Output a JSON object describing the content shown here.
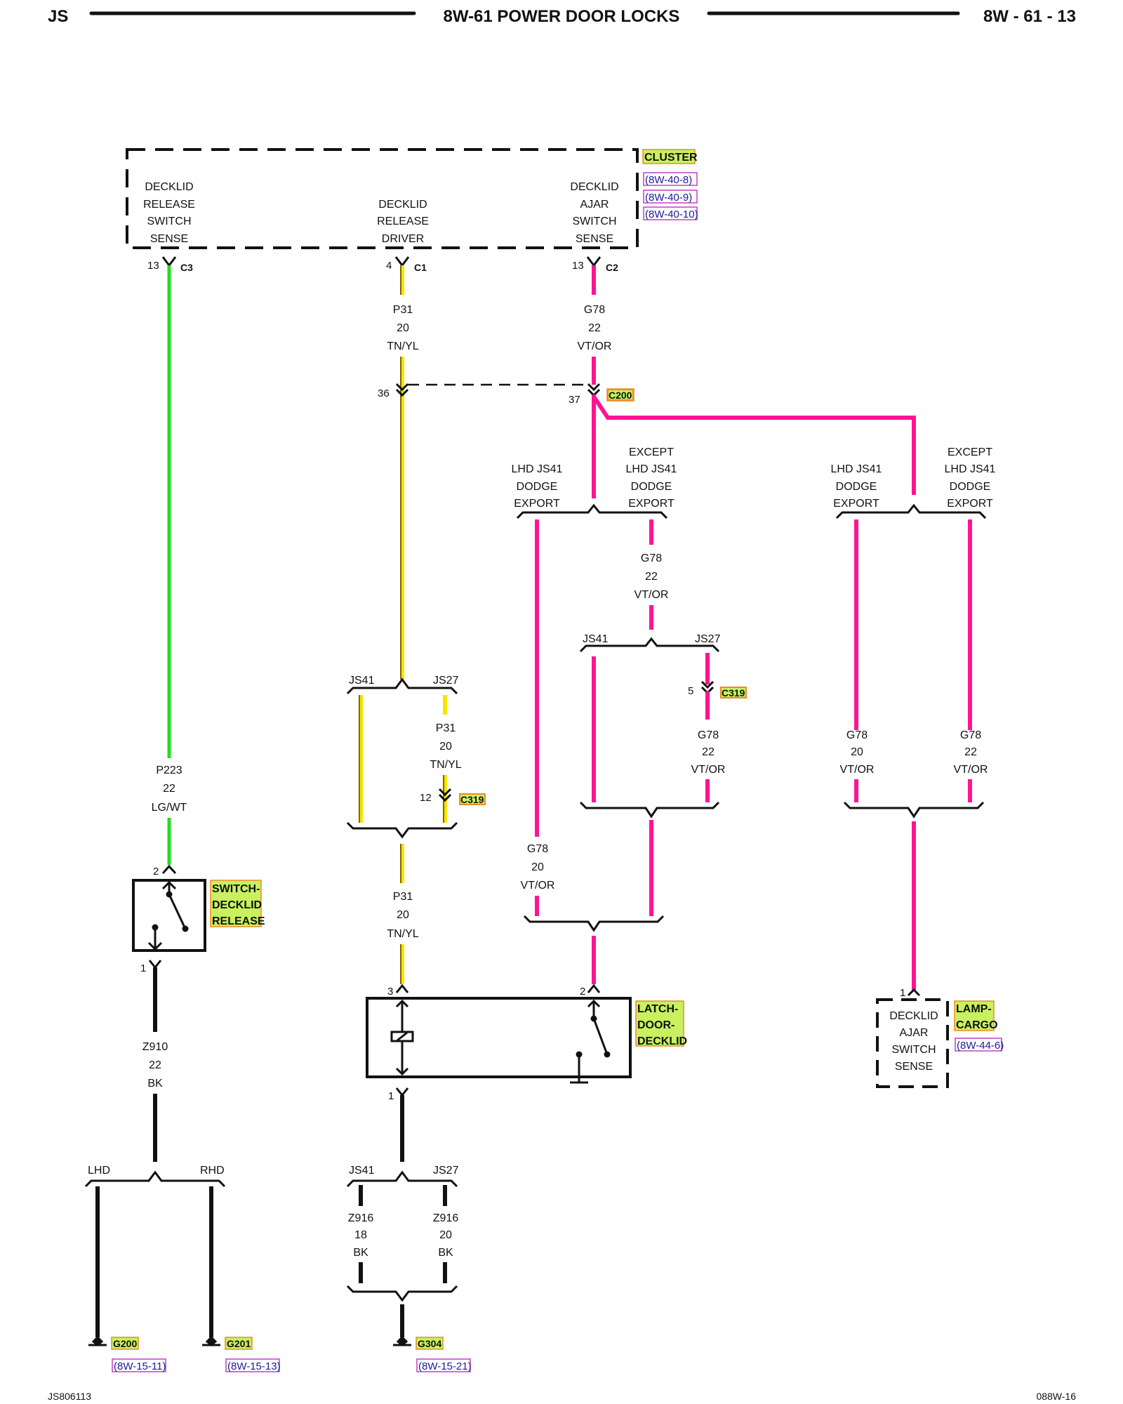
{
  "header": {
    "left": "JS",
    "title": "8W-61 POWER DOOR LOCKS",
    "page": "8W - 61 - 13"
  },
  "footer": {
    "left": "JS806113",
    "right": "088W-16"
  },
  "colors": {
    "lg_wt": "#22dd22",
    "tn_yl": "#f5e600",
    "tn_yl_core": "#5a3a00",
    "vt_or": "#ff1493",
    "vt_or_core": "#e0109a",
    "bk": "#111111",
    "tag_fill": "#c8f060",
    "tag_border": "#f08a20",
    "ref_border": "#c040c0",
    "ref_text": "#1a1a9a"
  },
  "cluster": {
    "name": "CLUSTER",
    "refs": [
      "(8W-40-8)",
      "(8W-40-9)",
      "(8W-40-10)"
    ],
    "functions": [
      {
        "lines": [
          "DECKLID",
          "RELEASE",
          "SWITCH",
          "SENSE"
        ],
        "pin": "13",
        "connector": "C3"
      },
      {
        "lines": [
          "DECKLID",
          "RELEASE",
          "DRIVER"
        ],
        "pin": "4",
        "connector": "C1"
      },
      {
        "lines": [
          "DECKLID",
          "AJAR",
          "SWITCH",
          "SENSE"
        ],
        "pin": "13",
        "connector": "C2"
      }
    ]
  },
  "wires": {
    "p223": {
      "circuit": "P223",
      "gauge": "22",
      "color": "LG/WT"
    },
    "p31_top": {
      "circuit": "P31",
      "gauge": "20",
      "color": "TN/YL"
    },
    "g78_top": {
      "circuit": "G78",
      "gauge": "22",
      "color": "VT/OR"
    },
    "g78_except": {
      "circuit": "G78",
      "gauge": "22",
      "color": "VT/OR"
    },
    "g78_js27": {
      "circuit": "G78",
      "gauge": "22",
      "color": "VT/OR"
    },
    "g78_lhd": {
      "circuit": "G78",
      "gauge": "20",
      "color": "VT/OR"
    },
    "g78_right_lhd": {
      "circuit": "G78",
      "gauge": "20",
      "color": "VT/OR"
    },
    "g78_right_except": {
      "circuit": "G78",
      "gauge": "22",
      "color": "VT/OR"
    },
    "p31_js27": {
      "circuit": "P31",
      "gauge": "20",
      "color": "TN/YL"
    },
    "p31_bottom": {
      "circuit": "P31",
      "gauge": "20",
      "color": "TN/YL"
    },
    "z910": {
      "circuit": "Z910",
      "gauge": "22",
      "color": "BK"
    },
    "z916_js41": {
      "circuit": "Z916",
      "gauge": "18",
      "color": "BK"
    },
    "z916_js27": {
      "circuit": "Z916",
      "gauge": "20",
      "color": "BK"
    }
  },
  "connectors": {
    "c200": {
      "name": "C200",
      "pin_left": "36",
      "pin_right": "37"
    },
    "c319_a": {
      "name": "C319",
      "pin": "5"
    },
    "c319_b": {
      "name": "C319",
      "pin": "12"
    }
  },
  "options": {
    "lhd_js41_dodge_export": [
      "LHD JS41",
      "DODGE",
      "EXPORT"
    ],
    "except_lhd_js41_dodge_export": [
      "EXCEPT",
      "LHD JS41",
      "DODGE",
      "EXPORT"
    ],
    "js41": "JS41",
    "js27": "JS27",
    "lhd": "LHD",
    "rhd": "RHD"
  },
  "components": {
    "switch_release": {
      "name_lines": [
        "SWITCH-",
        "DECKLID",
        "RELEASE"
      ],
      "pin_top": "2",
      "pin_bottom": "1"
    },
    "latch": {
      "name_lines": [
        "LATCH-",
        "DOOR-",
        "DECKLID"
      ],
      "pin_left": "3",
      "pin_right": "2",
      "pin_bottom": "1"
    },
    "lamp_cargo": {
      "name_lines": [
        "LAMP-",
        "CARGO"
      ],
      "ref": "(8W-44-6)",
      "pin": "1",
      "lines": [
        "DECKLID",
        "AJAR",
        "SWITCH",
        "SENSE"
      ]
    }
  },
  "grounds": [
    {
      "name": "G200",
      "ref": "(8W-15-11)"
    },
    {
      "name": "G201",
      "ref": "(8W-15-13)"
    },
    {
      "name": "G304",
      "ref": "(8W-15-21)"
    }
  ]
}
